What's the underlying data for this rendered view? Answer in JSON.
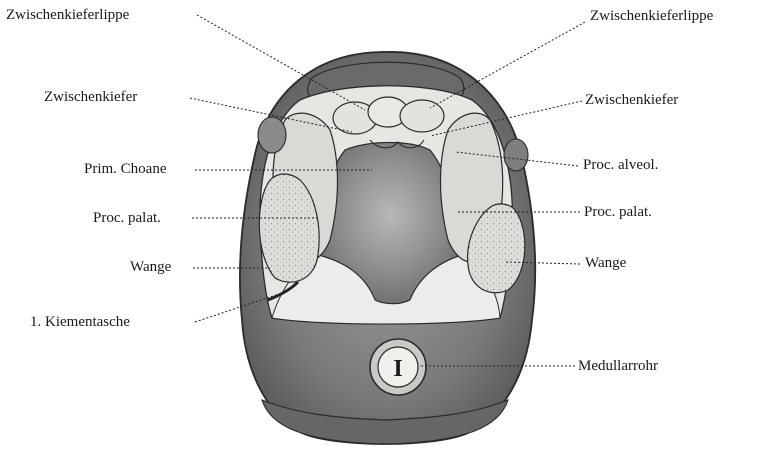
{
  "labels": {
    "zwischenkieferlippe_left": "Zwischenkieferlippe",
    "zwischenkieferlippe_right": "Zwischenkieferlippe",
    "zwischenkiefer_left": "Zwischenkiefer",
    "zwischenkiefer_right": "Zwischenkiefer",
    "prim_choane": "Prim. Choane",
    "proc_alveol": "Proc. alveol.",
    "proc_palat_left": "Proc. palat.",
    "proc_palat_right": "Proc. palat.",
    "wange_left": "Wange",
    "wange_right": "Wange",
    "kiementasche": "1. Kiementasche",
    "medullarrohr": "Medullarrohr",
    "medullarrohr_mark": "I"
  },
  "colors": {
    "ink": "#1a1a1a",
    "tissue_dark": "#6f6f6f",
    "tissue_mid": "#a9a9a9",
    "tissue_light": "#e4e4e2",
    "cavity": "#8a8a8a"
  }
}
